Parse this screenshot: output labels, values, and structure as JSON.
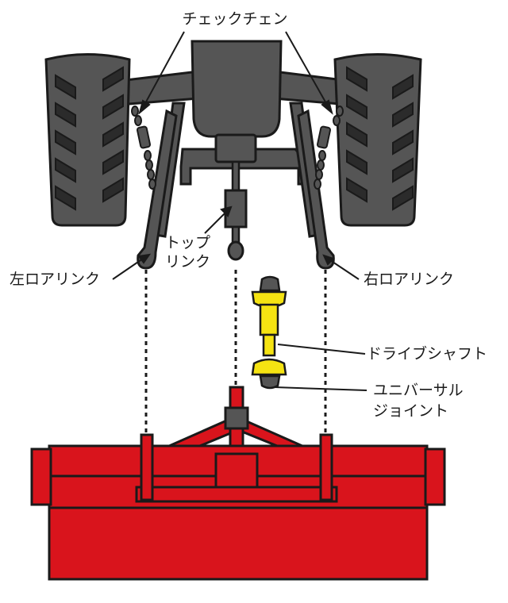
{
  "labels": {
    "check_chain": "チェックチェン",
    "top_link_line1": "トップ",
    "top_link_line2": "リンク",
    "left_lower_link": "左ロアリンク",
    "right_lower_link": "右ロアリンク",
    "drive_shaft": "ドライブシャフト",
    "universal_joint_line1": "ユニバーサル",
    "universal_joint_line2": "ジョイント"
  },
  "colors": {
    "tractor_body": "#555555",
    "outline": "#1a1a1a",
    "implement_red": "#d9141c",
    "shaft_yellow": "#f5e312",
    "background": "#ffffff"
  }
}
